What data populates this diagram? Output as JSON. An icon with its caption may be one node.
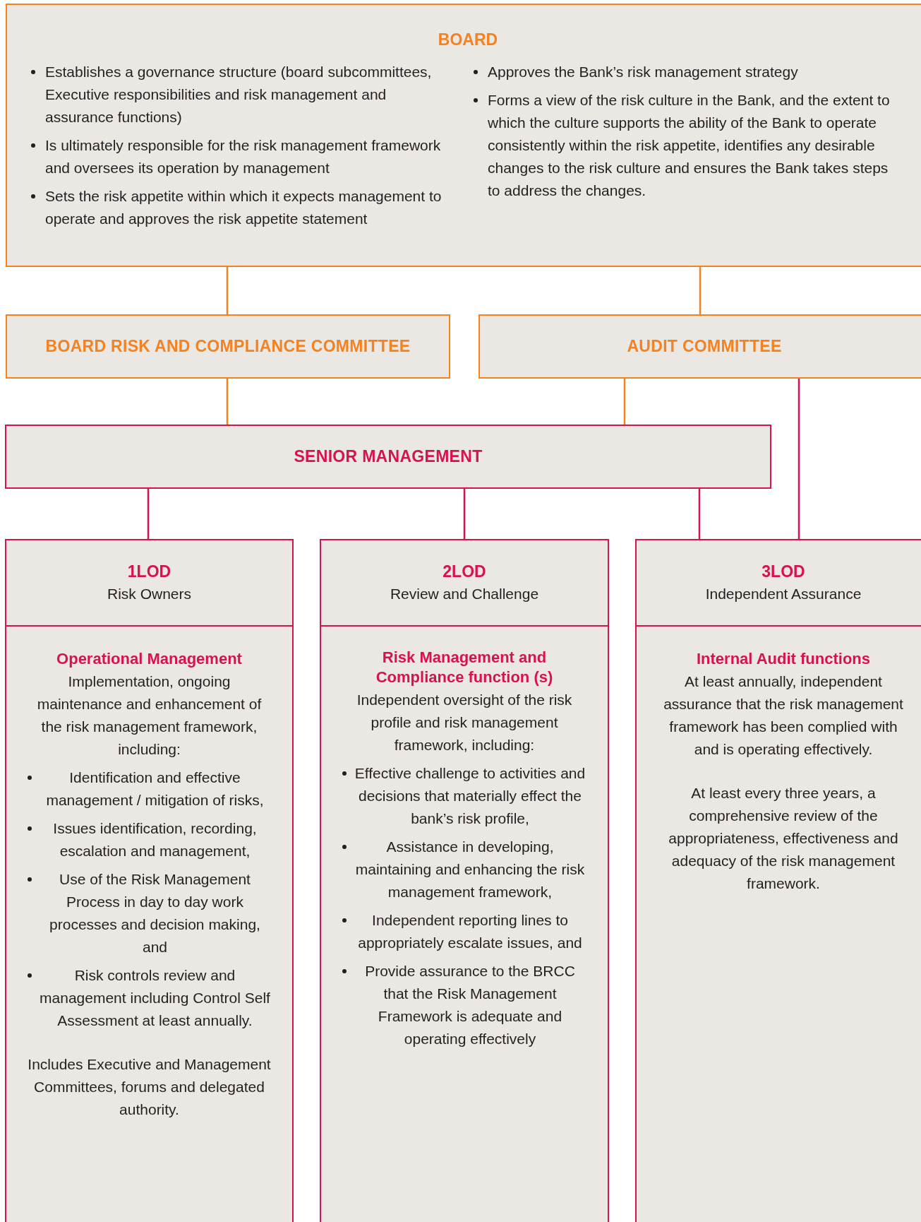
{
  "diagram": {
    "nodes": [
      {
        "text": [
          "BOARD",
          "Establishes a governance structure (board subcommittees, Executive responsibilities and risk management and assurance functions)",
          "Is ultimately responsible for the risk management framework and oversees its operation by management",
          "Sets the risk appetite within which it expects management to operate and approves the risk appetite statement",
          "Approves the Bank’s risk management strategy",
          "Forms a view of the risk culture in the Bank, and the extent to which the culture supports the ability of the Bank to operate consistently within the risk appetite, identifies any desirable changes to the risk culture and ensures the Bank takes steps to address the changes."
        ]
      },
      {
        "text": [
          "BOARD RISK AND COMPLIANCE COMMITTEE"
        ]
      },
      {
        "text": [
          "AUDIT COMMITTEE"
        ]
      },
      {
        "text": [
          "SENIOR MANAGEMENT"
        ]
      },
      {
        "text": [
          "1LOD",
          "Risk Owners",
          "Operational Management",
          "Implementation, ongoing maintenance and enhancement of the risk management framework, including:",
          "Identification and effective management / mitigation of risks,",
          "Issues identification, recording, escalation and management,",
          "Use of the Risk Management Process in day to day work processes and decision making, and",
          "Risk controls review and management including Control Self Assessment at least annually.",
          "Includes Executive and Management Committees, forums and delegated authority."
        ]
      },
      {
        "text": [
          "2LOD",
          "Review and Challenge",
          "Risk Management and Compliance function (s)",
          "Independent oversight of the risk profile and risk management framework, including:",
          "Effective challenge to activities and decisions that materially effect the bank’s risk profile,",
          "Assistance in developing, maintaining and enhancing the risk management framework,",
          "Independent reporting lines to appropriately escalate issues, and",
          "Provide assurance to the BRCC that the Risk Management Framework is adequate and operating effectively"
        ]
      },
      {
        "text": [
          "3LOD",
          "Independent Assurance",
          "Internal Audit functions",
          "At least annually, independent assurance that the risk management framework has been complied with and is operating effectively.",
          "At least every three years, a comprehensive review of the appropriateness, effectiveness and adequacy of the risk management framework."
        ]
      }
    ],
    "edges": [
      {
        "from": 0,
        "to": 1,
        "arrow": "none"
      },
      {
        "from": 0,
        "to": 2,
        "arrow": "none"
      },
      {
        "from": 1,
        "to": 3,
        "arrow": "none"
      },
      {
        "from": 2,
        "to": 3,
        "arrow": "none"
      },
      {
        "from": 3,
        "to": 4,
        "arrow": "none",
        "color": "#d7134f"
      },
      {
        "from": 3,
        "to": 5,
        "arrow": "none",
        "color": "#d7134f"
      },
      {
        "from": 3,
        "to": 6,
        "arrow": "none",
        "color": "#d7134f"
      },
      {
        "from": 2,
        "to": 6,
        "arrow": "none",
        "color": "#d7134f"
      }
    ]
  }
}
